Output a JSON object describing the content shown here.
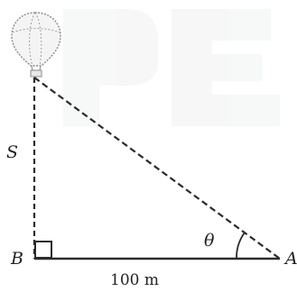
{
  "labels": {
    "height": "S",
    "bottom_left": "B",
    "bottom_right": "A",
    "base_length": "100 m",
    "angle": "θ"
  }
}
